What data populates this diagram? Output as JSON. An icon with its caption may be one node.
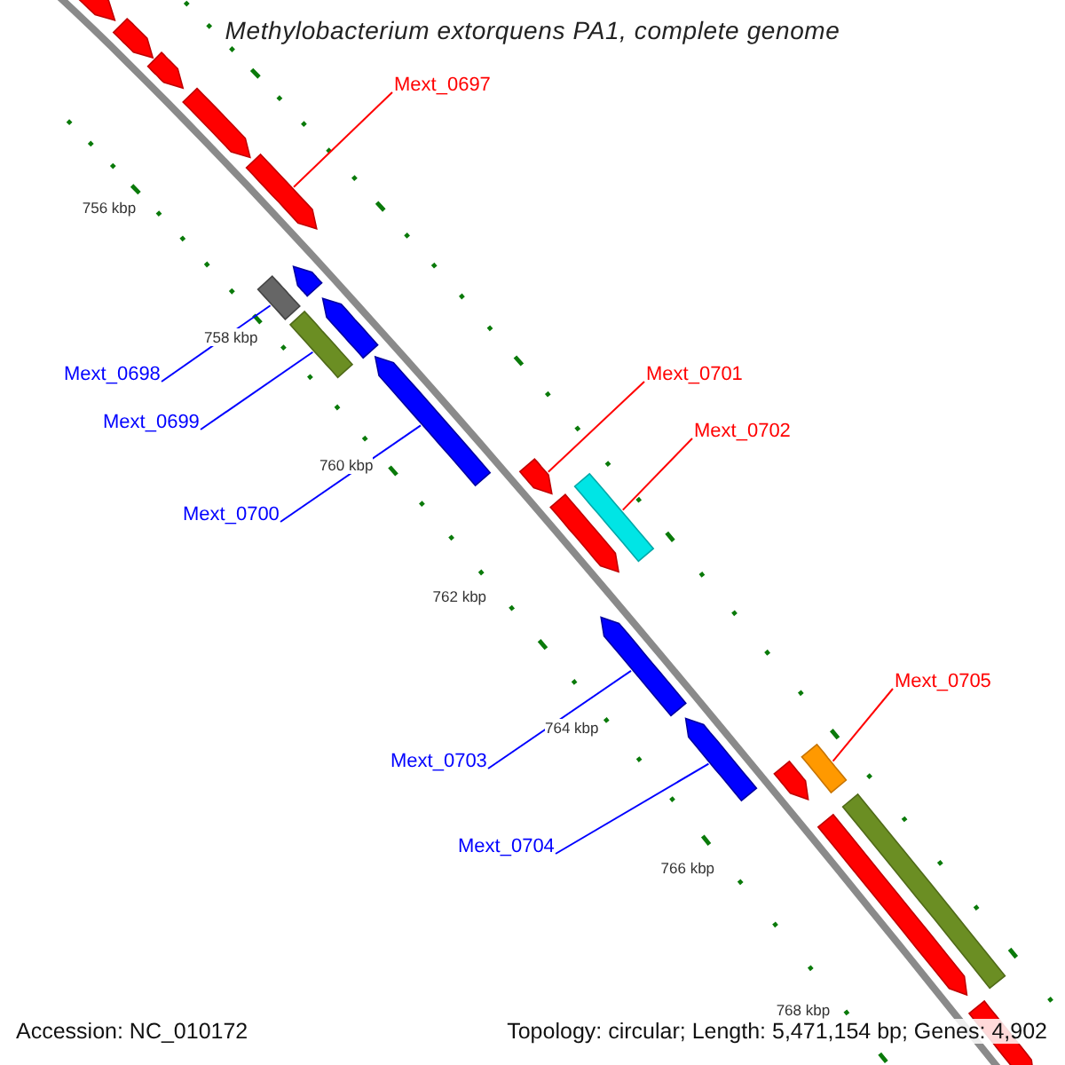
{
  "diagram": {
    "title": "Methylobacterium extorquens PA1, complete genome",
    "nodes": [
      {
        "text": [
          "Mext_0697"
        ]
      },
      {
        "text": [
          "Mext_0698"
        ]
      },
      {
        "text": [
          "Mext_0699"
        ]
      },
      {
        "text": [
          "Mext_0700"
        ]
      },
      {
        "text": [
          "Mext_0701"
        ]
      },
      {
        "text": [
          "Mext_0702"
        ]
      },
      {
        "text": [
          "Mext_0703"
        ]
      },
      {
        "text": [
          "Mext_0704"
        ]
      },
      {
        "text": [
          "Mext_0705"
        ]
      },
      {
        "text": [],
        "shape": "bar"
      },
      {
        "text": [],
        "shape": "bar"
      },
      {
        "text": [],
        "shape": "bar"
      },
      {
        "text": [],
        "shape": "bar"
      },
      {
        "text": [],
        "shape": "bar"
      },
      {
        "text": [],
        "shape": "bar"
      },
      {
        "text": [],
        "shape": "bar"
      },
      {
        "text": [],
        "shape": "bar"
      },
      {
        "text": [],
        "shape": "bar"
      },
      {
        "text": [],
        "shape": "bar"
      },
      {
        "text": [],
        "shape": "bar"
      },
      {
        "text": [],
        "shape": "bar"
      },
      {
        "text": [],
        "shape": "bar"
      },
      {
        "text": [],
        "shape": "bar"
      },
      {
        "text": [],
        "shape": "bar"
      },
      {
        "text": [],
        "shape": "bar"
      },
      {
        "text": [],
        "shape": "bar"
      },
      {
        "text": [],
        "shape": "bar"
      },
      {
        "text": [],
        "shape": "bar"
      },
      {
        "text": [],
        "shape": "bar"
      }
    ],
    "edges": [
      {
        "from": 0,
        "to": 13,
        "arrow": "none",
        "color": "#ff0000"
      },
      {
        "from": 1,
        "to": 14,
        "arrow": "none"
      },
      {
        "from": 2,
        "to": 16,
        "arrow": "none"
      },
      {
        "from": 3,
        "to": 18,
        "arrow": "none"
      },
      {
        "from": 4,
        "to": 19,
        "arrow": "none",
        "color": "#ff0000"
      },
      {
        "from": 5,
        "to": 21,
        "arrow": "none",
        "color": "#ff0000"
      },
      {
        "from": 6,
        "to": 22,
        "arrow": "none"
      },
      {
        "from": 7,
        "to": 23,
        "arrow": "none"
      },
      {
        "from": 8,
        "to": 25,
        "arrow": "none",
        "color": "#ff0000"
      }
    ],
    "labels": [
      "756 kbp",
      "758 kbp",
      "760 kbp",
      "762 kbp",
      "764 kbp",
      "766 kbp",
      "768 kbp",
      "Accession: NC_010172",
      "Topology: circular; Length: 5,471,154 bp; Genes: 4,902"
    ]
  }
}
